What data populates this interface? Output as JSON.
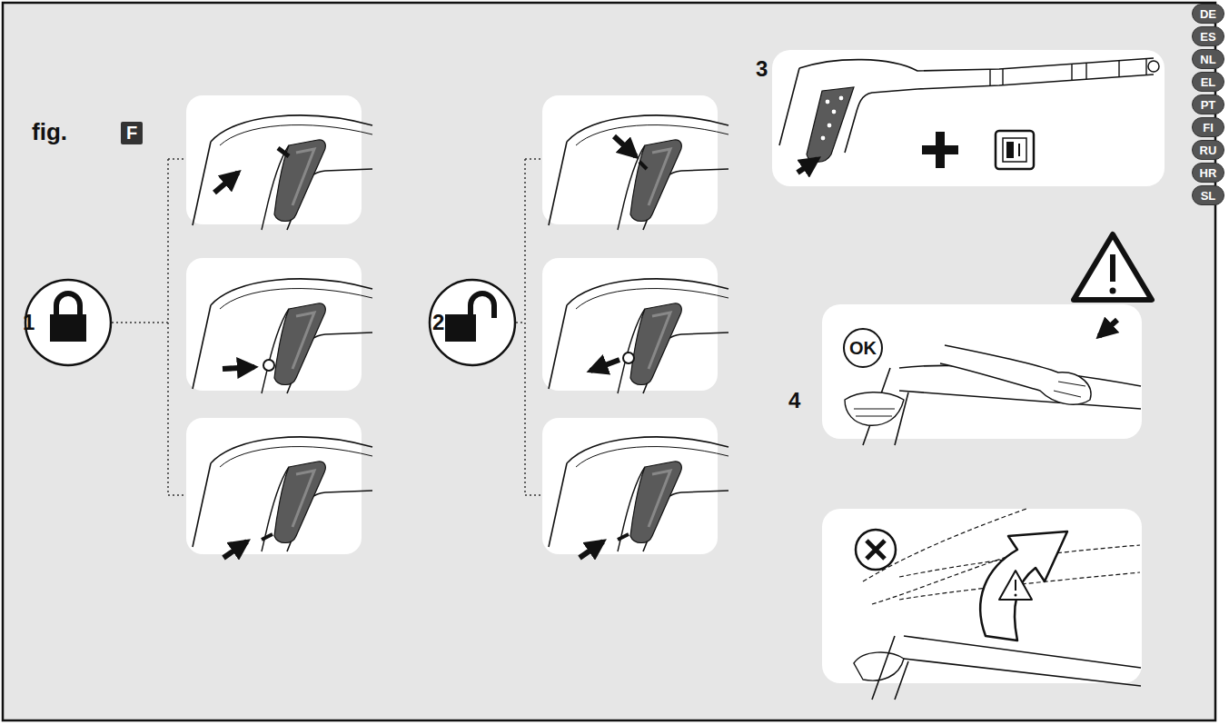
{
  "diagram": {
    "nodes": [
      {
        "text": [
          "F"
        ]
      },
      {
        "text": [
          "OK"
        ]
      },
      {
        "text": [
          "DE"
        ]
      },
      {
        "text": [
          "ES"
        ]
      },
      {
        "text": [
          "NL"
        ]
      },
      {
        "text": [
          "EL"
        ]
      },
      {
        "text": [
          "PT"
        ]
      },
      {
        "text": [
          "FI"
        ]
      },
      {
        "text": [
          "RU"
        ]
      },
      {
        "text": [
          "HR"
        ]
      },
      {
        "text": [
          "SL"
        ]
      }
    ],
    "labels": [
      "fig.",
      "1",
      "2",
      "3",
      "4"
    ]
  }
}
